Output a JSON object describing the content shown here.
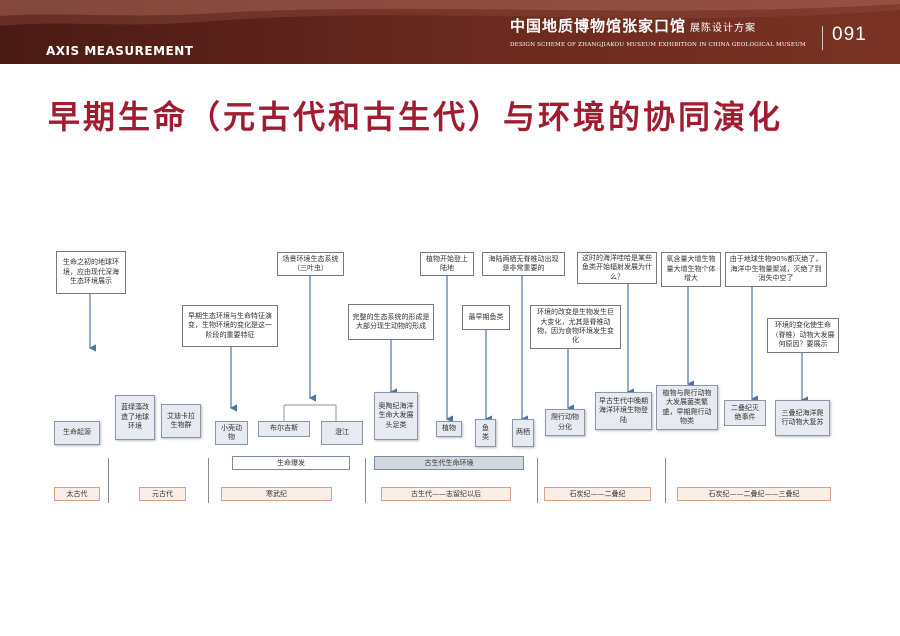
{
  "header": {
    "section": "AXIS MEASUREMENT",
    "brand_cn": "中国地质博物馆张家口馆",
    "brand_cn_suffix": "展陈设计方案",
    "brand_en": "DESIGN SCHEME OF ZHANGJIAKOU MUSEUM EXHIBITION IN CHINA GEOLOGICAL MUSEUM",
    "page_number": "091"
  },
  "title": "早期生命（元古代和古生代）与环境的协同演化",
  "top_notes": {
    "n1": "生命之初的地球环境，应由现代深海生态环境展示",
    "n2": "早期生态环境与生命特征演变，生物环境的变化是这一阶段的重要特征",
    "n3": "场景环境生态系统（三叶虫）",
    "n4": "完整的生态系统的形成是大部分现生动物的形成",
    "n5": "植物开始登上陆地",
    "n6": "最早期鱼类",
    "n7": "海陆两栖无脊椎动出现是非常重要的",
    "n8": "环境的改变是生物发生巨大变化，尤其是脊椎动物，因为食物环境发生变化",
    "n9": "这时的海洋哇哈是某些鱼类开始辐射发展为什么？",
    "n10": "氧含量大增生物量大增生物个体增大",
    "n11": "由于地球生物90%都灭绝了，海洋中生物量聚减，灭绝了到消失中空了",
    "n12": "环境的变化使生命（脊椎）动物大发展何原因？要展示"
  },
  "bottom_boxes": {
    "b1": "生命起源",
    "b2": "蓝绿藻改造了地球环境",
    "b3": "艾迪卡拉生物群",
    "b4": "小壳动物",
    "b5": "布尔吉斯",
    "b6": "澄江",
    "b7": "奥陶纪海洋生命大发展头足类",
    "b8": "植物",
    "b9": "鱼类",
    "b10": "两栖",
    "b11": "爬行动物分化",
    "b12": "早古生代中晚期海洋环境生物登陆",
    "b13": "植物与爬行动物大发展菌类繁盛，早期爬行动物类",
    "b14": "二叠纪灭绝事件",
    "b15": "三叠纪海洋爬行动物大复苏"
  },
  "bands": {
    "explosion": "生命爆发",
    "paleozoic_env": "古生代生命环境"
  },
  "eras": {
    "e1": "太古代",
    "e2": "元古代",
    "e3": "寒武纪",
    "e4": "古生代——志留纪以后",
    "e5": "石炭纪——二叠纪",
    "e6": "石炭纪——二叠纪——三叠纪"
  },
  "colors": {
    "header_bg": "#5a2219",
    "title": "#a11c2e",
    "arrow": "#4f74a8",
    "era_border": "#d9a187",
    "era_fill": "#fbeee6"
  }
}
